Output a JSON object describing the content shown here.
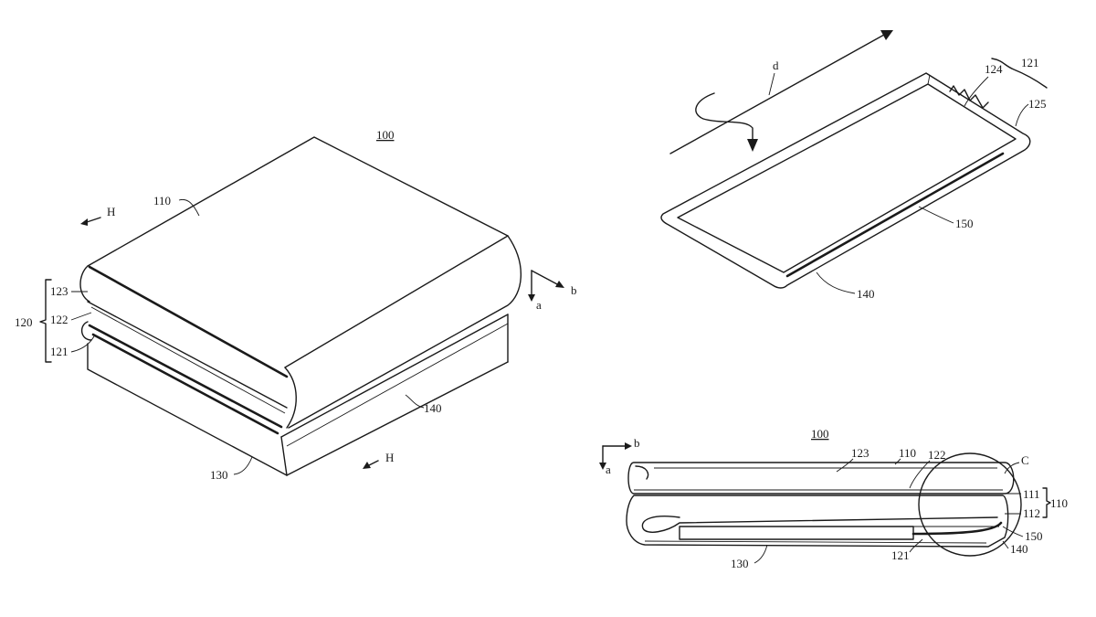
{
  "figure_left": {
    "device_label": "100",
    "screen_label": "110",
    "hinge_group_label": "120",
    "parts": {
      "p123": "123",
      "p122": "122",
      "p121": "121"
    },
    "housing_label": "130",
    "shell_label": "140",
    "direction_h_top": "H",
    "direction_h_bottom": "H",
    "axis_a": "a",
    "axis_b": "b"
  },
  "figure_top_right": {
    "axis_d": "d",
    "group_label": "121",
    "part_124": "124",
    "part_125": "125",
    "part_150": "150",
    "part_140": "140"
  },
  "figure_bottom_right": {
    "device_label": "100",
    "axis_a": "a",
    "axis_b": "b",
    "p123": "123",
    "p110": "110",
    "p122": "122",
    "circle_c": "C",
    "p111": "111",
    "p112": "112",
    "group_110": "110",
    "p150": "150",
    "p140": "140",
    "p121": "121",
    "p130": "130"
  }
}
